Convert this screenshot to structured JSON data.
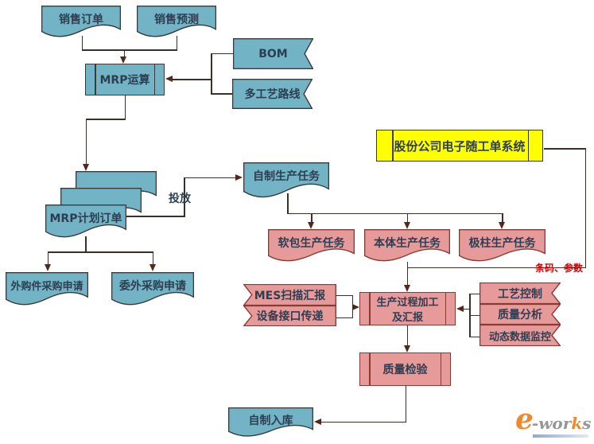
{
  "diagram": {
    "nodes": {
      "sales_order": "销售订单",
      "sales_forecast": "销售预测",
      "bom": "BOM",
      "multi_routing": "多工艺路线",
      "mrp_calc": "MRP运算",
      "mrp_planned_order": "MRP计划订单",
      "purchased_parts_request": "外购件采购申请",
      "outsource_request": "委外采购申请",
      "inhouse_task": "自制生产任务",
      "softpack_task": "软包生产任务",
      "body_task": "本体生产任务",
      "pole_task": "极柱生产任务",
      "work_order_system": "股份公司电子随工单系统",
      "mes_scan_report": "MES扫描汇报",
      "device_interface": "设备接口传递",
      "process_line1": "生产过程加工",
      "process_line2": "及汇报",
      "process_control": "工艺控制",
      "quality_analysis": "质量分析",
      "dynamic_monitoring": "动态数据监控",
      "quality_inspection": "质量检验",
      "inhouse_storage": "自制入库"
    },
    "labels": {
      "release": "投放",
      "barcode_params": "条码、参数"
    },
    "colors": {
      "teal_fill": "#72b4c5",
      "teal_border": "#3a3a3a",
      "pink_fill": "#e79a9a",
      "pink_border": "#8a3a32",
      "yellow_fill": "#ffff00",
      "connector": "#3b3028",
      "arrowhead": "#51281a",
      "barcode_text": "#e00000"
    }
  },
  "logo": {
    "e": "e",
    "mid": "-wor",
    "k": "k",
    "s": "s"
  }
}
